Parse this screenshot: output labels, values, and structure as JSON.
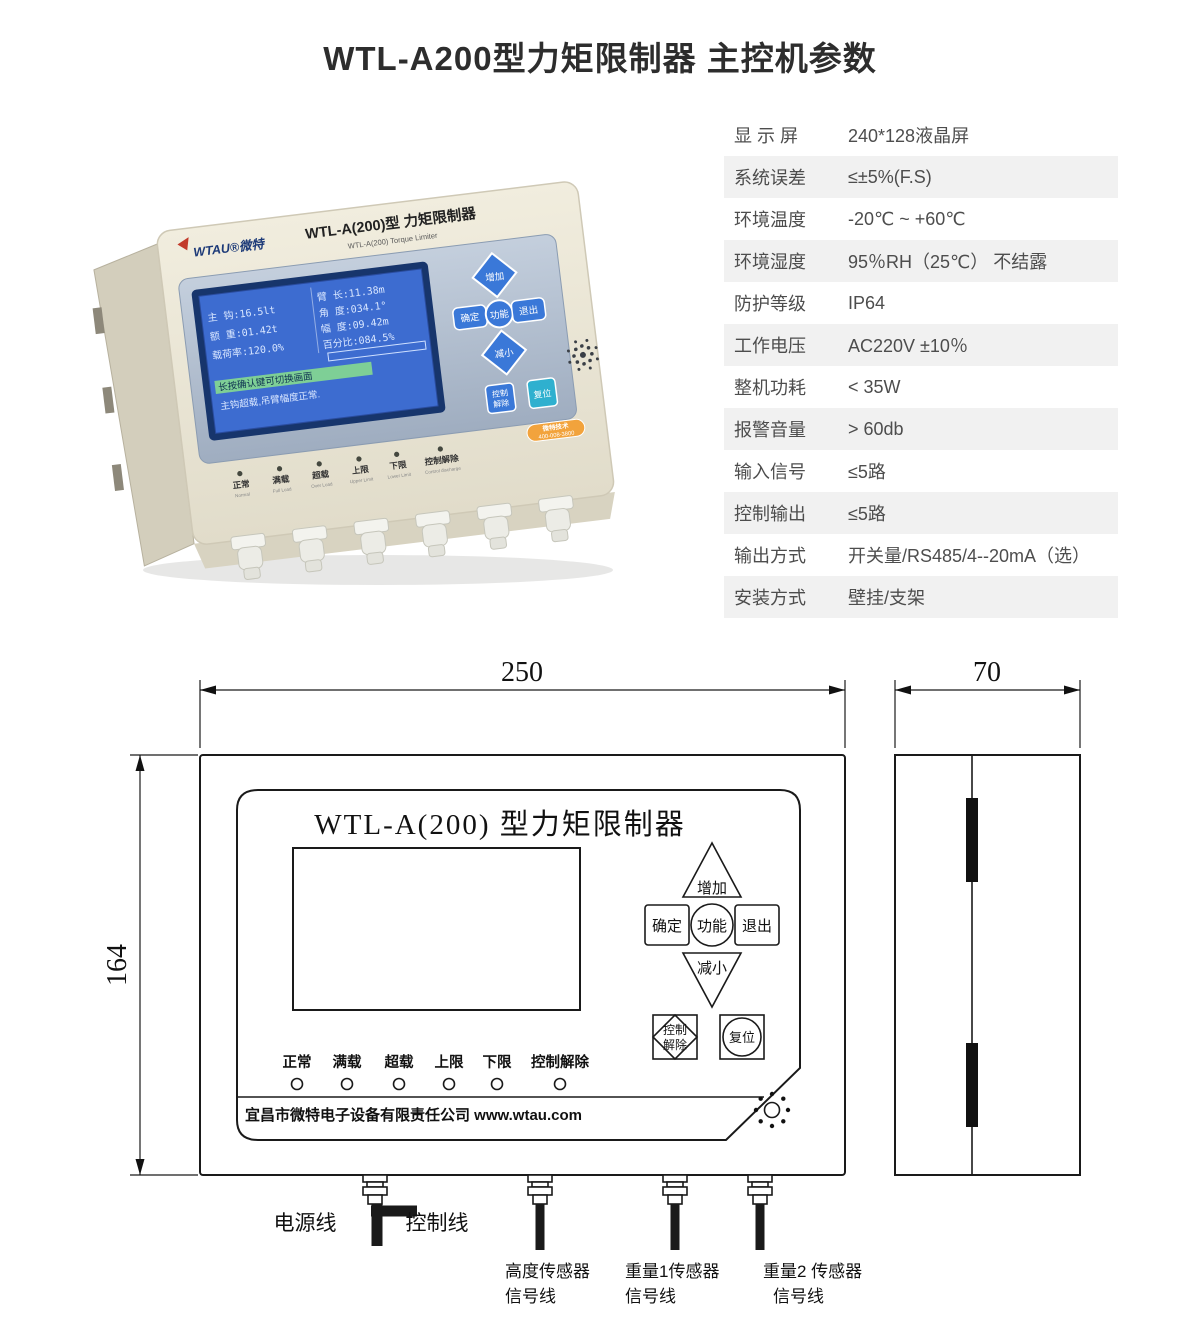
{
  "page": {
    "title": "WTL-A200型力矩限制器  主控机参数"
  },
  "specs": [
    {
      "label": "显 示 屏",
      "value": "240*128液晶屏"
    },
    {
      "label": "系统误差",
      "value": "≤±5%(F.S)"
    },
    {
      "label": "环境温度",
      "value": "-20℃ ~ +60℃"
    },
    {
      "label": "环境湿度",
      "value": "95％RH（25℃） 不结露"
    },
    {
      "label": "防护等级",
      "value": "IP64"
    },
    {
      "label": "工作电压",
      "value": "AC220V ±10％"
    },
    {
      "label": "整机功耗",
      "value": "< 35W"
    },
    {
      "label": "报警音量",
      "value": "> 60db"
    },
    {
      "label": "输入信号",
      "value": "≤5路"
    },
    {
      "label": "控制输出",
      "value": "≤5路"
    },
    {
      "label": "输出方式",
      "value": "开关量/RS485/4--20mA（选）"
    },
    {
      "label": "安装方式",
      "value": "壁挂/支架"
    }
  ],
  "photo": {
    "brand": "WTAU®微特",
    "title": "WTL-A(200)型  力矩限制器",
    "subtitle": "WTL-A(200) Torque Limiter",
    "lcd": {
      "left1": "主 钩:16.5lt",
      "left2": "额 重:01.42t",
      "left3": "载荷率:120.0%",
      "right1": "臂 长:11.38m",
      "right2": "角 度:034.1°",
      "right3": "幅 度:09.42m",
      "right4": "百分比:084.5%",
      "msg1": "长按确认键可切换画面",
      "msg2": "主钩超载,吊臂幅度正常."
    },
    "btn_up": "增加",
    "btn_ok": "确定",
    "btn_fn": "功能",
    "btn_exit": "退出",
    "btn_down": "减小",
    "btn_ctrl1": "控制",
    "btn_ctrl2": "解除",
    "btn_reset": "复位",
    "badge1": "微特技术",
    "badge2": "400-008-3800",
    "indicators": [
      {
        "cn": "正常",
        "en": "Normal"
      },
      {
        "cn": "满载",
        "en": "Full Load"
      },
      {
        "cn": "超载",
        "en": "Over Load"
      },
      {
        "cn": "上限",
        "en": "Upper Limit"
      },
      {
        "cn": "下限",
        "en": "Lower Limit"
      },
      {
        "cn": "控制解除",
        "en": "Control discharge"
      }
    ]
  },
  "drawing": {
    "dim_width": "250",
    "dim_side_width": "70",
    "dim_height": "164",
    "panel_title": "WTL-A(200) 型力矩限制器",
    "btn_up": "增加",
    "btn_ok": "确定",
    "btn_fn": "功能",
    "btn_exit": "退出",
    "btn_down": "减小",
    "btn_ctrl_line1": "控制",
    "btn_ctrl_line2": "解除",
    "btn_reset": "复位",
    "indicators": [
      "正常",
      "满载",
      "超载",
      "上限",
      "下限",
      "控制解除"
    ],
    "company": "宜昌市微特电子设备有限责任公司 www.wtau.com",
    "cable_power": "电源线",
    "cable_control": "控制线",
    "cable_height_1": "高度传感器",
    "cable_height_2": "信号线",
    "cable_weight1_1": "重量1传感器",
    "cable_weight1_2": "信号线",
    "cable_weight2_1": "重量2 传感器",
    "cable_weight2_2": "信号线"
  }
}
